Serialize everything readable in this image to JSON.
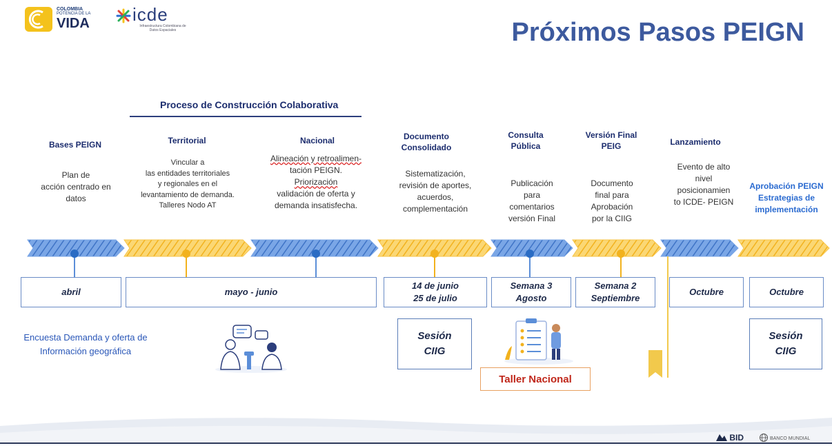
{
  "logos": {
    "colombia_line1": "COLOMBIA",
    "colombia_line2": "POTENCIA DE LA",
    "colombia_line3": "VIDA",
    "icde_name": "icde",
    "icde_sub": "Infraestructura Colombiana de Datos Espaciales"
  },
  "title": "Próximos Pasos PEIGN",
  "process_title": "Proceso de Construcción Colaborativa",
  "stages": [
    {
      "header": "Bases PEIGN",
      "desc": [
        "Plan de",
        "acción centrado en",
        "datos"
      ],
      "date": [
        "abril"
      ]
    },
    {
      "header": "Territorial",
      "desc": [
        "Vincular a",
        "las entidades territoriales",
        "y regionales en el",
        "levantamiento de demanda.",
        "Talleres Nodo AT"
      ],
      "date": [
        "mayo - junio"
      ]
    },
    {
      "header": "Nacional",
      "desc": [
        "Alineación y retroalimen-",
        "tación PEIGN.",
        "Priorización",
        "validación de oferta y",
        "demanda insatisfecha."
      ]
    },
    {
      "header": "Documento Consolidado",
      "desc": [
        "Sistematización,",
        "revisión de aportes,",
        "acuerdos,",
        "complementación"
      ],
      "date": [
        "14 de junio",
        "25 de julio"
      ]
    },
    {
      "header": "Consulta Pública",
      "desc": [
        "Publicación",
        "para",
        "comentarios",
        "versión Final"
      ],
      "date": [
        "Semana 3",
        "Agosto"
      ]
    },
    {
      "header": "Versión Final PEIG",
      "desc": [
        "Documento",
        "final para",
        "Aprobación",
        "por la CIIG"
      ],
      "date": [
        "Semana 2",
        "Septiembre"
      ]
    },
    {
      "header": "Lanzamiento",
      "desc": [
        "Evento de alto",
        "nivel",
        "posicionamien",
        "to ICDE- PEIGN"
      ],
      "date": [
        "Octubre"
      ]
    },
    {
      "header": "Aprobación PEIGN Estrategias de implementación",
      "date": [
        "Octubre"
      ]
    }
  ],
  "sessions": [
    {
      "line1": "Sesión",
      "line2": "CIIG"
    },
    {
      "line1": "Sesión",
      "line2": "CIIG"
    }
  ],
  "taller_label": "Taller Nacional",
  "encuesta_label": "Encuesta Demanda y oferta de Información geográfica",
  "footer": {
    "bid": "BID",
    "banco": "BANCO MUNDIAL"
  },
  "colors": {
    "title": "#3d5a9e",
    "navy": "#1c2d6e",
    "blue_arrow": "#5b8ed8",
    "yellow_arrow": "#f7c44a",
    "dot_blue": "#2a6cc4",
    "dot_yellow": "#f2b21e",
    "red": "#c0271a"
  }
}
